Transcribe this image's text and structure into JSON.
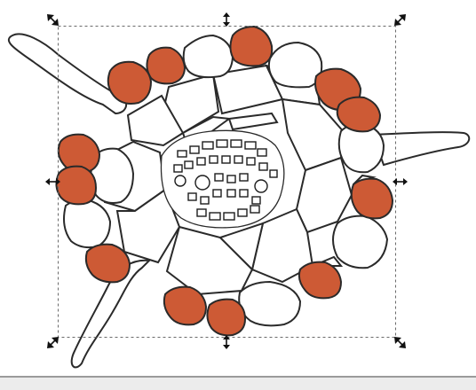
{
  "app": {
    "mode": "vector-editor-canvas",
    "selection": {
      "state": "selected",
      "handles": [
        "top-left",
        "top",
        "top-right",
        "left",
        "right",
        "bottom-left",
        "bottom",
        "bottom-right"
      ]
    }
  },
  "drawing": {
    "subject": "plant-root-cross-section",
    "colors": {
      "highlight_fill": "#cd5a35",
      "cell_fill": "#ffffff",
      "outline": "#2a2a2a",
      "canvas_background": "#ffffff",
      "bottom_bar": "#ececec"
    }
  },
  "icons": {
    "resize_handle": "resize-arrow-icon"
  }
}
